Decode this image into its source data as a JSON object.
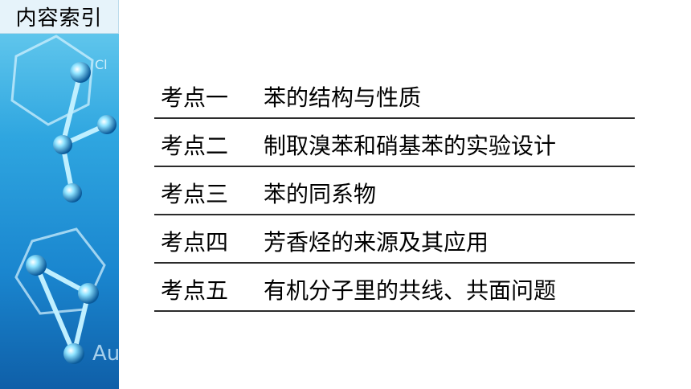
{
  "panel": {
    "title": "内容索引",
    "deco_labels": [
      "Cl",
      "Au"
    ]
  },
  "items": [
    {
      "num": "考点一",
      "title": "苯的结构与性质"
    },
    {
      "num": "考点二",
      "title": "制取溴苯和硝基苯的实验设计"
    },
    {
      "num": "考点三",
      "title": "苯的同系物"
    },
    {
      "num": "考点四",
      "title": "芳香烃的来源及其应用"
    },
    {
      "num": "考点五",
      "title": "有机分子里的共线、共面问题"
    }
  ]
}
